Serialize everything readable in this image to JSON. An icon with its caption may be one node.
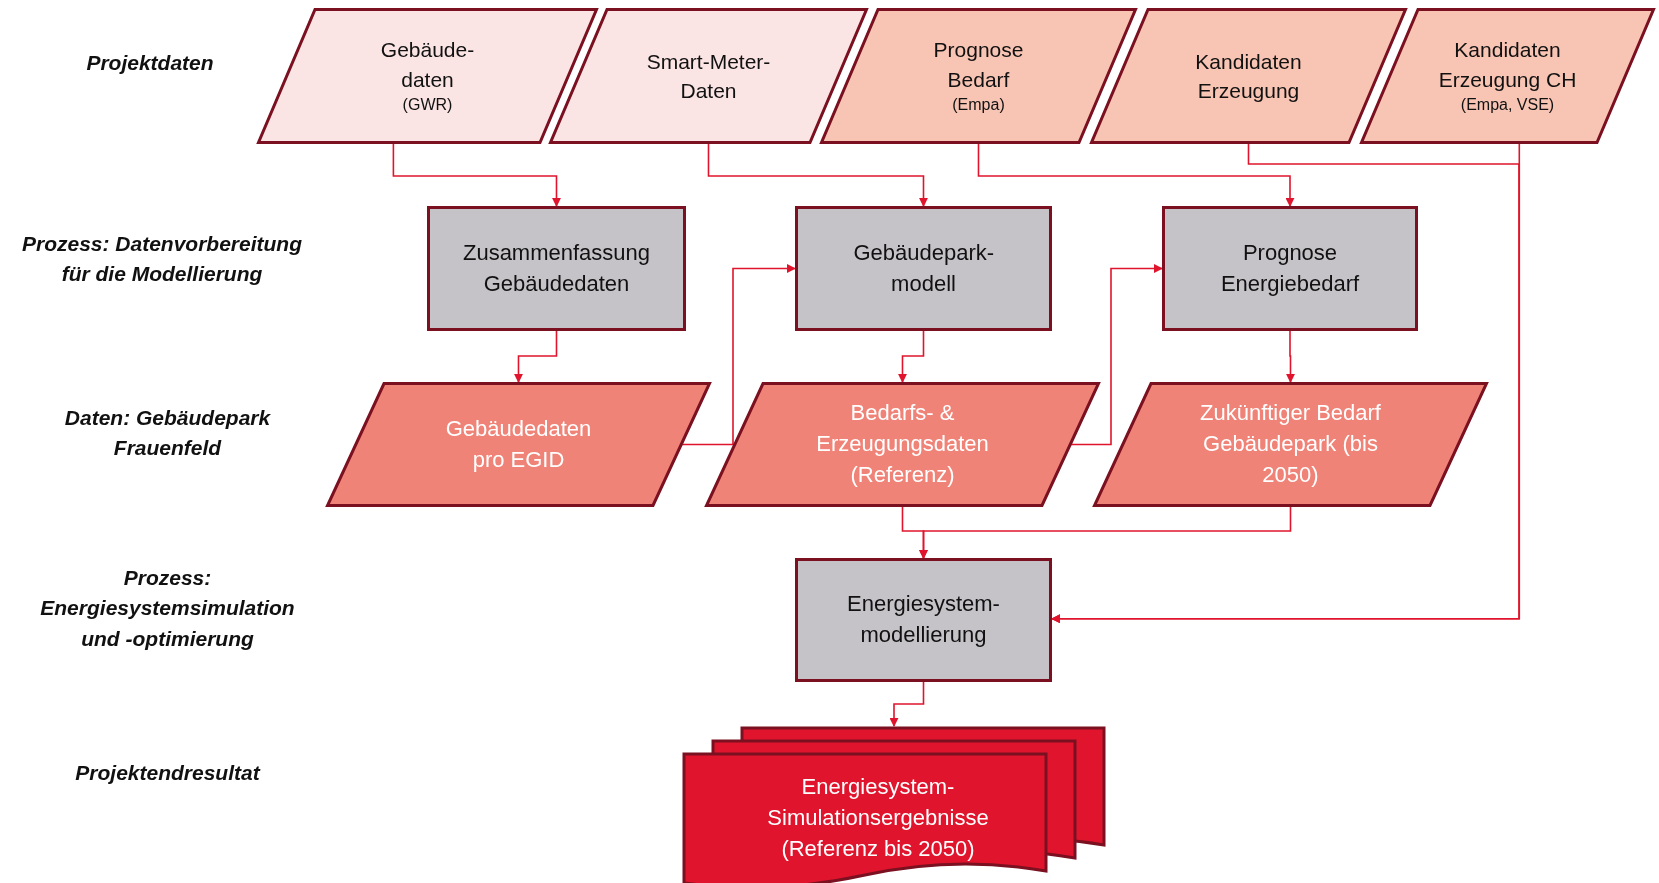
{
  "diagram": {
    "nodes": [
      {
        "text": [
          "Gebäude- daten",
          "(GWR)"
        ]
      },
      {
        "text": [
          "Smart-Meter- Daten"
        ]
      },
      {
        "text": [
          "Prognose Bedarf",
          "(Empa)"
        ]
      },
      {
        "text": [
          "Kandidaten Erzeugung"
        ]
      },
      {
        "text": [
          "Kandidaten Erzeugung CH",
          "(Empa, VSE)"
        ]
      },
      {
        "text": [
          "Zusammenfassung Gebäudedaten"
        ]
      },
      {
        "text": [
          "Gebäudepark- modell"
        ]
      },
      {
        "text": [
          "Prognose Energiebedarf"
        ]
      },
      {
        "text": [
          "Gebäudedaten pro EGID"
        ]
      },
      {
        "text": [
          "Bedarfs- & Erzeugungsdaten (Referenz)"
        ]
      },
      {
        "text": [
          "Zukünftiger Bedarf Gebäudepark (bis 2050)"
        ]
      },
      {
        "text": [
          "Energiesystem- modellierung"
        ]
      },
      {
        "text": [
          "Energiesystem- Simulationsergebnisse (Referenz bis 2050)"
        ]
      }
    ],
    "edges": [
      {
        "from": 0,
        "to": 5,
        "arrow": "to"
      },
      {
        "from": 1,
        "to": 6,
        "arrow": "to"
      },
      {
        "from": 2,
        "to": 7,
        "arrow": "to"
      },
      {
        "from": 3,
        "to": 11,
        "arrow": "to"
      },
      {
        "from": 4,
        "to": 11,
        "arrow": "to"
      },
      {
        "from": 5,
        "to": 8,
        "arrow": "to"
      },
      {
        "from": 8,
        "to": 6,
        "arrow": "to"
      },
      {
        "from": 6,
        "to": 9,
        "arrow": "to"
      },
      {
        "from": 9,
        "to": 7,
        "arrow": "to"
      },
      {
        "from": 7,
        "to": 10,
        "arrow": "to"
      },
      {
        "from": 9,
        "to": 11,
        "arrow": "to"
      },
      {
        "from": 10,
        "to": 11,
        "arrow": "to"
      },
      {
        "from": 11,
        "to": 12,
        "arrow": "to"
      }
    ],
    "labels": [
      "Projektdaten",
      "Prozess: Datenvorbereitung für die Modellierung",
      "Daten: Gebäudepark Frauenfeld",
      "Prozess: Energiesystemsimulation und -optimierung",
      "Projektendresultat"
    ]
  }
}
